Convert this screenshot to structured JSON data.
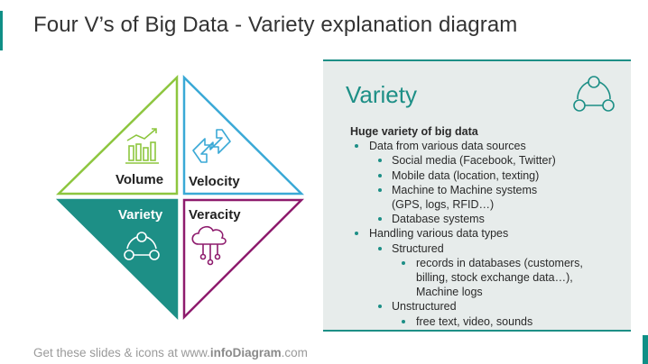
{
  "slide": {
    "title": "Four V’s of Big Data - Variety explanation diagram"
  },
  "quadrants": [
    {
      "label": "Volume",
      "color": "#8dc63f",
      "icon": "bar-chart-icon"
    },
    {
      "label": "Velocity",
      "color": "#3aa9d6",
      "icon": "exchange-arrows-icon"
    },
    {
      "label": "Variety",
      "color": "#1d8f86",
      "icon": "circle-cycle-icon",
      "highlighted": true
    },
    {
      "label": "Veracity",
      "color": "#8e1b6d",
      "icon": "cloud-network-icon"
    }
  ],
  "panel": {
    "title": "Variety",
    "icon": "circle-cycle-icon",
    "heading": "Huge variety of big data",
    "items": [
      "Data from various data sources",
      "Social media (Facebook, Twitter)",
      "Mobile data (location, texting)",
      "Machine to Machine systems",
      "(GPS, logs, RFID…)",
      "Database systems",
      "Handling various data types",
      "Structured",
      "records in databases (customers,",
      "billing, stock exchange data…),",
      "Machine logs",
      "Unstructured",
      "free text, video, sounds"
    ]
  },
  "footer": {
    "prefix": "Get these slides & icons at www.",
    "brand": "infoDiagram",
    "suffix": ".com"
  },
  "colors": {
    "accent": "#1d8f86",
    "panel_bg": "#e7eceb"
  }
}
